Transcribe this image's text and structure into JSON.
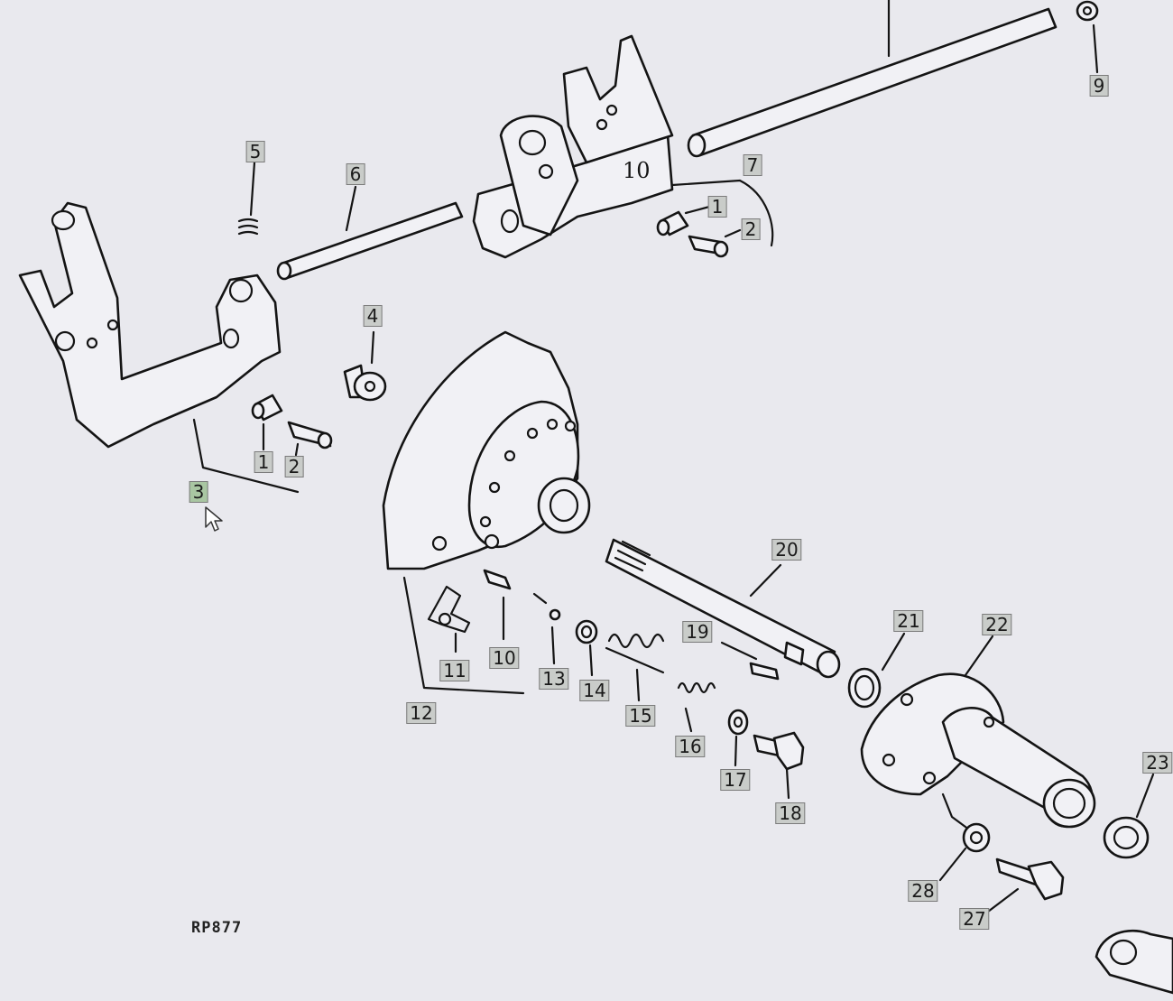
{
  "diagram": {
    "ref_code": "RP877",
    "background": "#e9e9ee",
    "line_color": "#141414",
    "callout_bg": "#c9ccc9",
    "callout_highlight_bg": "#a9c6a2",
    "callouts": [
      {
        "id": "c1a",
        "label": "1"
      },
      {
        "id": "c2a",
        "label": "2"
      },
      {
        "id": "c1b",
        "label": "1"
      },
      {
        "id": "c2b",
        "label": "2"
      },
      {
        "id": "c3",
        "label": "3",
        "highlighted": true
      },
      {
        "id": "c4",
        "label": "4"
      },
      {
        "id": "c5",
        "label": "5"
      },
      {
        "id": "c6",
        "label": "6"
      },
      {
        "id": "c7",
        "label": "7"
      },
      {
        "id": "c9",
        "label": "9"
      },
      {
        "id": "c10",
        "label": "10"
      },
      {
        "id": "c11",
        "label": "11"
      },
      {
        "id": "c12",
        "label": "12"
      },
      {
        "id": "c13",
        "label": "13"
      },
      {
        "id": "c14",
        "label": "14"
      },
      {
        "id": "c15",
        "label": "15"
      },
      {
        "id": "c16",
        "label": "16"
      },
      {
        "id": "c17",
        "label": "17"
      },
      {
        "id": "c18",
        "label": "18"
      },
      {
        "id": "c19",
        "label": "19"
      },
      {
        "id": "c20",
        "label": "20"
      },
      {
        "id": "c21",
        "label": "21"
      },
      {
        "id": "c22",
        "label": "22"
      },
      {
        "id": "c23",
        "label": "23"
      },
      {
        "id": "c27",
        "label": "27"
      },
      {
        "id": "c28",
        "label": "28"
      }
    ]
  }
}
